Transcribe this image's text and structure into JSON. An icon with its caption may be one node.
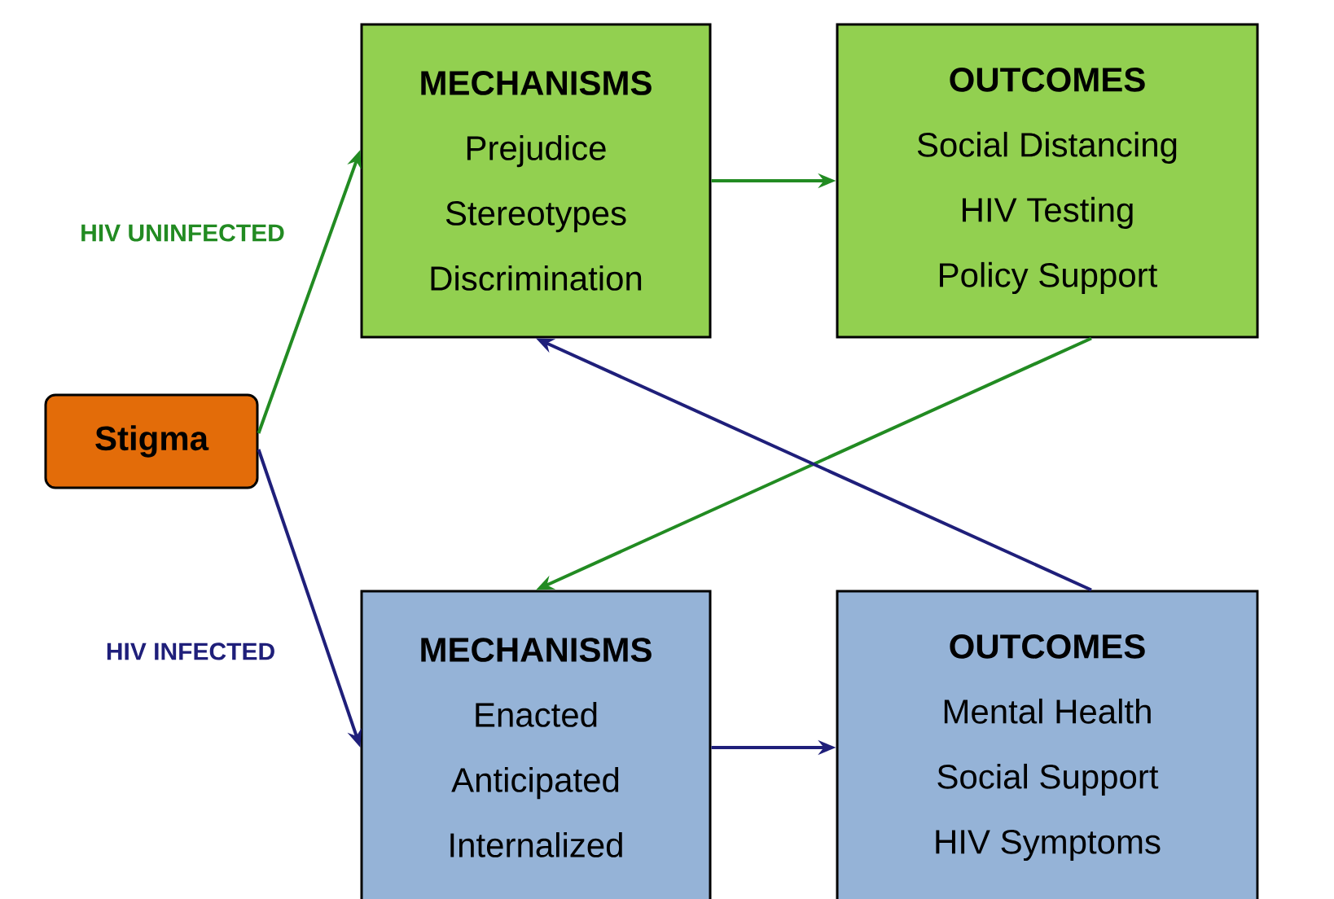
{
  "diagram": {
    "nodes": [
      {
        "text": [
          "Stigma"
        ]
      },
      {
        "text": [
          "MECHANISMS",
          "Prejudice",
          "Stereotypes",
          "Discrimination"
        ]
      },
      {
        "text": [
          "OUTCOMES",
          "Social Distancing",
          "HIV Testing",
          "Policy Support"
        ]
      },
      {
        "text": [
          "MECHANISMS",
          "Enacted",
          "Anticipated",
          "Internalized"
        ]
      },
      {
        "text": [
          "OUTCOMES",
          "Mental Health",
          "Social Support",
          "HIV Symptoms"
        ]
      }
    ],
    "edges": [
      {
        "from": 0,
        "to": 1,
        "arrow": "to",
        "label": "HIV UNINFECTED",
        "color": "#228b22"
      },
      {
        "from": 0,
        "to": 3,
        "arrow": "to",
        "label": "HIV INFECTED",
        "color": "#1f1f7a"
      },
      {
        "from": 1,
        "to": 2,
        "arrow": "to",
        "color": "#228b22"
      },
      {
        "from": 3,
        "to": 4,
        "arrow": "to",
        "color": "#1f1f7a"
      },
      {
        "from": 2,
        "to": 3,
        "arrow": "to",
        "color": "#228b22"
      },
      {
        "from": 4,
        "to": 1,
        "arrow": "to",
        "color": "#1f1f7a"
      }
    ]
  }
}
